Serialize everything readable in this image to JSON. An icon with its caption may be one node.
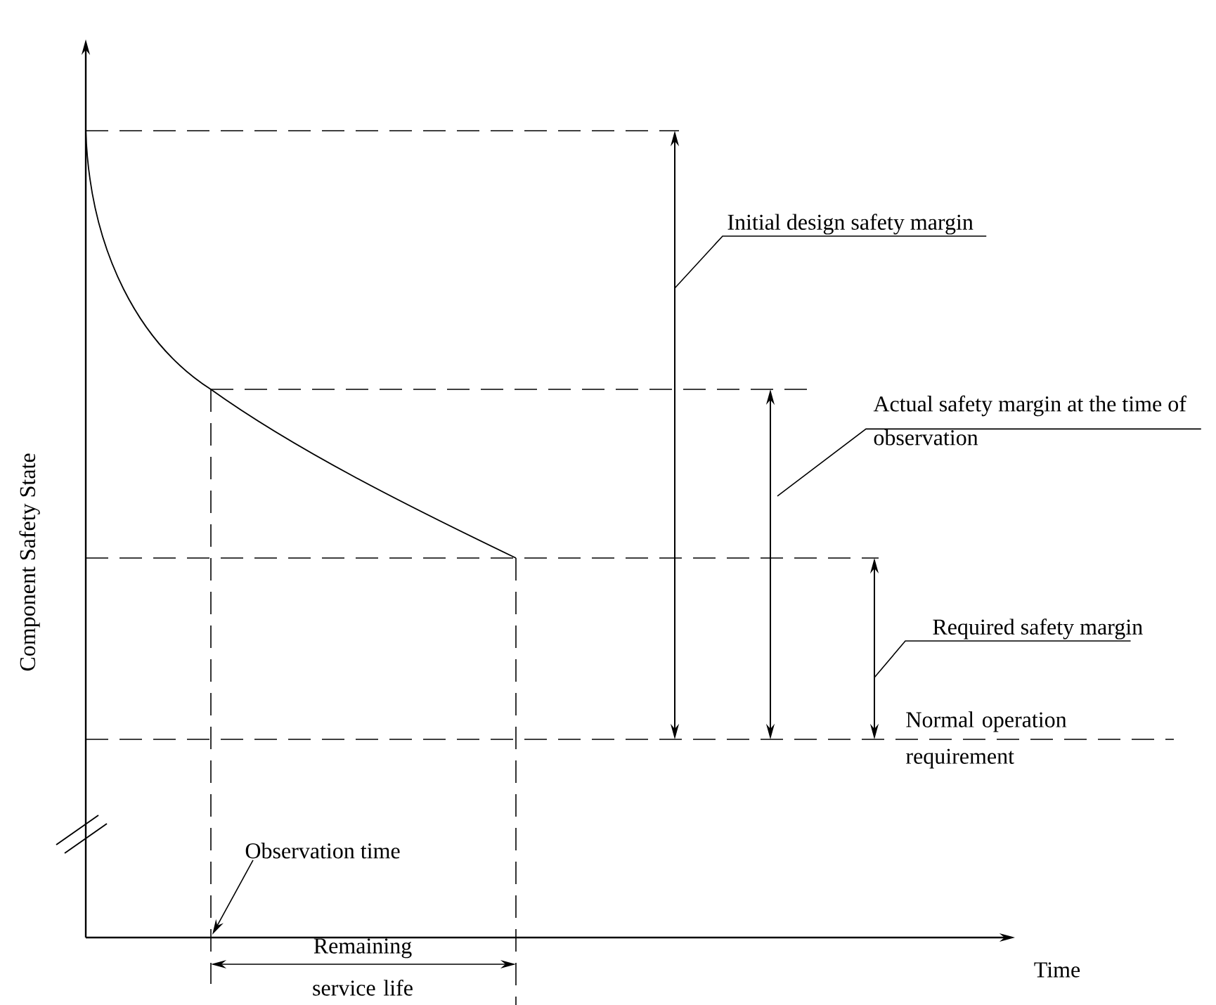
{
  "diagram": {
    "nodes": [
      {
        "text": [
          "Initial design safety margin"
        ]
      },
      {
        "text": [
          "Actual safety margin at the time of observation"
        ]
      },
      {
        "text": [
          "Required safety margin"
        ]
      },
      {
        "text": [
          "Observation time"
        ]
      }
    ],
    "edges": [
      {
        "from": 0,
        "to": null,
        "arrow": "none"
      },
      {
        "from": 1,
        "to": null,
        "arrow": "none"
      },
      {
        "from": 2,
        "to": null,
        "arrow": "none"
      },
      {
        "from": 3,
        "to": null,
        "arrow": "to"
      }
    ],
    "labels": [
      "Component Safety State",
      "Normal operation requirement",
      "Remaining service life",
      "Time"
    ]
  }
}
